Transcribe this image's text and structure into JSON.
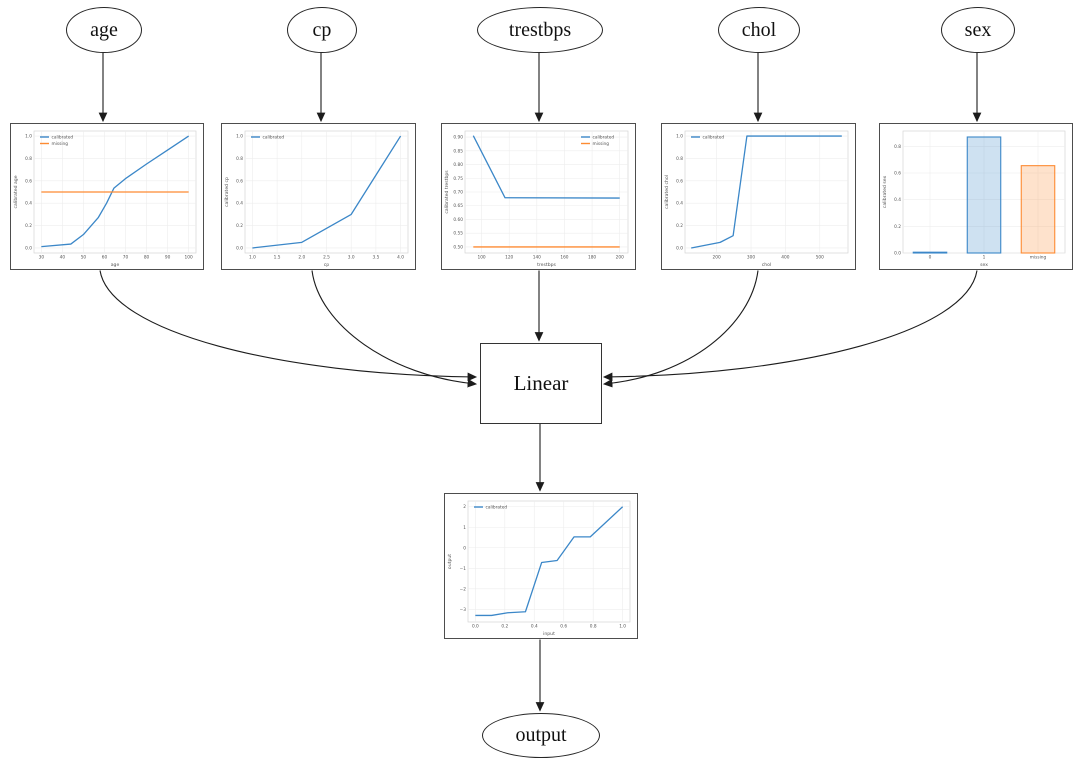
{
  "diagram": {
    "input_nodes": [
      {
        "id": "age",
        "label": "age"
      },
      {
        "id": "cp",
        "label": "cp"
      },
      {
        "id": "trestbps",
        "label": "trestbps"
      },
      {
        "id": "chol",
        "label": "chol"
      },
      {
        "id": "sex",
        "label": "sex"
      }
    ],
    "combiner": {
      "label": "Linear"
    },
    "output_node": {
      "label": "output"
    },
    "edges": [
      {
        "from": "age",
        "to": "age calibrator"
      },
      {
        "from": "cp",
        "to": "cp calibrator"
      },
      {
        "from": "trestbps",
        "to": "trestbps calibrator"
      },
      {
        "from": "chol",
        "to": "chol calibrator"
      },
      {
        "from": "sex",
        "to": "sex calibrator"
      },
      {
        "from": "age calibrator",
        "to": "Linear"
      },
      {
        "from": "cp calibrator",
        "to": "Linear"
      },
      {
        "from": "trestbps calibrator",
        "to": "Linear"
      },
      {
        "from": "chol calibrator",
        "to": "Linear"
      },
      {
        "from": "sex calibrator",
        "to": "Linear"
      },
      {
        "from": "Linear",
        "to": "output calibrator"
      },
      {
        "from": "output calibrator",
        "to": "output"
      }
    ]
  },
  "colors": {
    "calibrated_blue": "#3b87c8",
    "missing_orange": "#fd8b33",
    "edge_stroke": "#1c1c1c",
    "grid": "#ededed",
    "tick_text": "#555555",
    "plot_frame": "#d4d4d4"
  },
  "chart_data": [
    {
      "name": "age calibrator",
      "type": "line",
      "xlabel": "age",
      "ylabel": "calibrated age",
      "xlim": [
        26.5,
        103.5
      ],
      "ylim": [
        -0.045,
        1.045
      ],
      "xticks": [
        30,
        40,
        50,
        60,
        70,
        80,
        90,
        100
      ],
      "xtick_labels": [
        "30",
        "40",
        "50",
        "60",
        "70",
        "80",
        "90",
        "100"
      ],
      "yticks": [
        0.0,
        0.2,
        0.4,
        0.6,
        0.8,
        1.0
      ],
      "ytick_labels": [
        "0.0",
        "0.2",
        "0.4",
        "0.6",
        "0.8",
        "1.0"
      ],
      "legend": {
        "position": "nw",
        "entries": [
          "calibrated",
          "missing"
        ]
      },
      "series": [
        {
          "name": "calibrated",
          "color": "#3b87c8",
          "x": [
            30,
            44,
            50,
            57,
            61,
            64.5,
            70,
            80,
            90,
            100
          ],
          "y": [
            0.012,
            0.035,
            0.12,
            0.27,
            0.4,
            0.535,
            0.62,
            0.75,
            0.875,
            1.0
          ]
        },
        {
          "name": "missing",
          "color": "#fd8b33",
          "x": [
            30,
            100
          ],
          "y": [
            0.5,
            0.5
          ]
        }
      ]
    },
    {
      "name": "cp calibrator",
      "type": "line",
      "xlabel": "cp",
      "ylabel": "calibrated cp",
      "xlim": [
        0.85,
        4.15
      ],
      "ylim": [
        -0.045,
        1.045
      ],
      "xticks": [
        1.0,
        1.5,
        2.0,
        2.5,
        3.0,
        3.5,
        4.0
      ],
      "xtick_labels": [
        "1.0",
        "1.5",
        "2.0",
        "2.5",
        "3.0",
        "3.5",
        "4.0"
      ],
      "yticks": [
        0.0,
        0.2,
        0.4,
        0.6,
        0.8,
        1.0
      ],
      "ytick_labels": [
        "0.0",
        "0.2",
        "0.4",
        "0.6",
        "0.8",
        "1.0"
      ],
      "legend": {
        "position": "nw",
        "entries": [
          "calibrated"
        ]
      },
      "series": [
        {
          "name": "calibrated",
          "color": "#3b87c8",
          "x": [
            1.0,
            2.0,
            3.0,
            4.0
          ],
          "y": [
            0.0,
            0.05,
            0.3,
            1.0
          ]
        }
      ]
    },
    {
      "name": "trestbps calibrator",
      "type": "line",
      "xlabel": "trestbps",
      "ylabel": "calibrated trestbps",
      "xlim": [
        88,
        206
      ],
      "ylim": [
        0.478,
        0.922
      ],
      "xticks": [
        100,
        120,
        140,
        160,
        180,
        200
      ],
      "xtick_labels": [
        "100",
        "120",
        "140",
        "160",
        "180",
        "200"
      ],
      "yticks": [
        0.5,
        0.55,
        0.6,
        0.65,
        0.7,
        0.75,
        0.8,
        0.85,
        0.9
      ],
      "ytick_labels": [
        "0.50",
        "0.55",
        "0.60",
        "0.65",
        "0.70",
        "0.75",
        "0.80",
        "0.85",
        "0.90"
      ],
      "legend": {
        "position": "ne",
        "entries": [
          "calibrated",
          "missing"
        ]
      },
      "series": [
        {
          "name": "calibrated",
          "color": "#3b87c8",
          "x": [
            94,
            117,
            200
          ],
          "y": [
            0.905,
            0.679,
            0.678
          ]
        },
        {
          "name": "missing",
          "color": "#fd8b33",
          "x": [
            94,
            200
          ],
          "y": [
            0.5,
            0.5
          ]
        }
      ]
    },
    {
      "name": "chol calibrator",
      "type": "line",
      "xlabel": "chol",
      "ylabel": "calibrated chol",
      "xlim": [
        108,
        582
      ],
      "ylim": [
        -0.045,
        1.045
      ],
      "xticks": [
        200,
        300,
        400,
        500
      ],
      "xtick_labels": [
        "200",
        "300",
        "400",
        "500"
      ],
      "yticks": [
        0.0,
        0.2,
        0.4,
        0.6,
        0.8,
        1.0
      ],
      "ytick_labels": [
        "0.0",
        "0.2",
        "0.4",
        "0.6",
        "0.8",
        "1.0"
      ],
      "legend": {
        "position": "nw",
        "entries": [
          "calibrated"
        ]
      },
      "series": [
        {
          "name": "calibrated",
          "color": "#3b87c8",
          "x": [
            126,
            210,
            248,
            288,
            564
          ],
          "y": [
            0.0,
            0.05,
            0.11,
            1.0,
            1.0
          ]
        }
      ]
    },
    {
      "name": "sex calibrator",
      "type": "bar",
      "xlabel": "sex",
      "ylabel": "calibrated sex",
      "categories": [
        "0",
        "1",
        "missing"
      ],
      "values": [
        0.006,
        0.87,
        0.655
      ],
      "bar_colors": [
        "#3b87c8",
        "#3b87c8",
        "#fd8b33"
      ],
      "ylim": [
        0,
        0.915
      ],
      "yticks": [
        0.0,
        0.2,
        0.4,
        0.6,
        0.8
      ],
      "ytick_labels": [
        "0.0",
        "0.2",
        "0.4",
        "0.6",
        "0.8"
      ]
    },
    {
      "name": "output calibrator",
      "type": "line",
      "xlabel": "input",
      "ylabel": "output",
      "xlim": [
        -0.05,
        1.05
      ],
      "ylim": [
        -3.62,
        2.28
      ],
      "xticks": [
        0.0,
        0.2,
        0.4,
        0.6,
        0.8,
        1.0
      ],
      "xtick_labels": [
        "0.0",
        "0.2",
        "0.4",
        "0.6",
        "0.8",
        "1.0"
      ],
      "yticks": [
        -3,
        -2,
        -1,
        0,
        1,
        2
      ],
      "ytick_labels": [
        "−3",
        "−2",
        "−1",
        "0",
        "1",
        "2"
      ],
      "legend": {
        "position": "nw",
        "entries": [
          "calibrated"
        ]
      },
      "series": [
        {
          "name": "calibrated",
          "color": "#3b87c8",
          "x": [
            0.0,
            0.11,
            0.22,
            0.34,
            0.45,
            0.555,
            0.67,
            0.78,
            1.0
          ],
          "y": [
            -3.3,
            -3.3,
            -3.17,
            -3.12,
            -0.72,
            -0.62,
            0.53,
            0.53,
            2.0
          ]
        }
      ]
    }
  ]
}
